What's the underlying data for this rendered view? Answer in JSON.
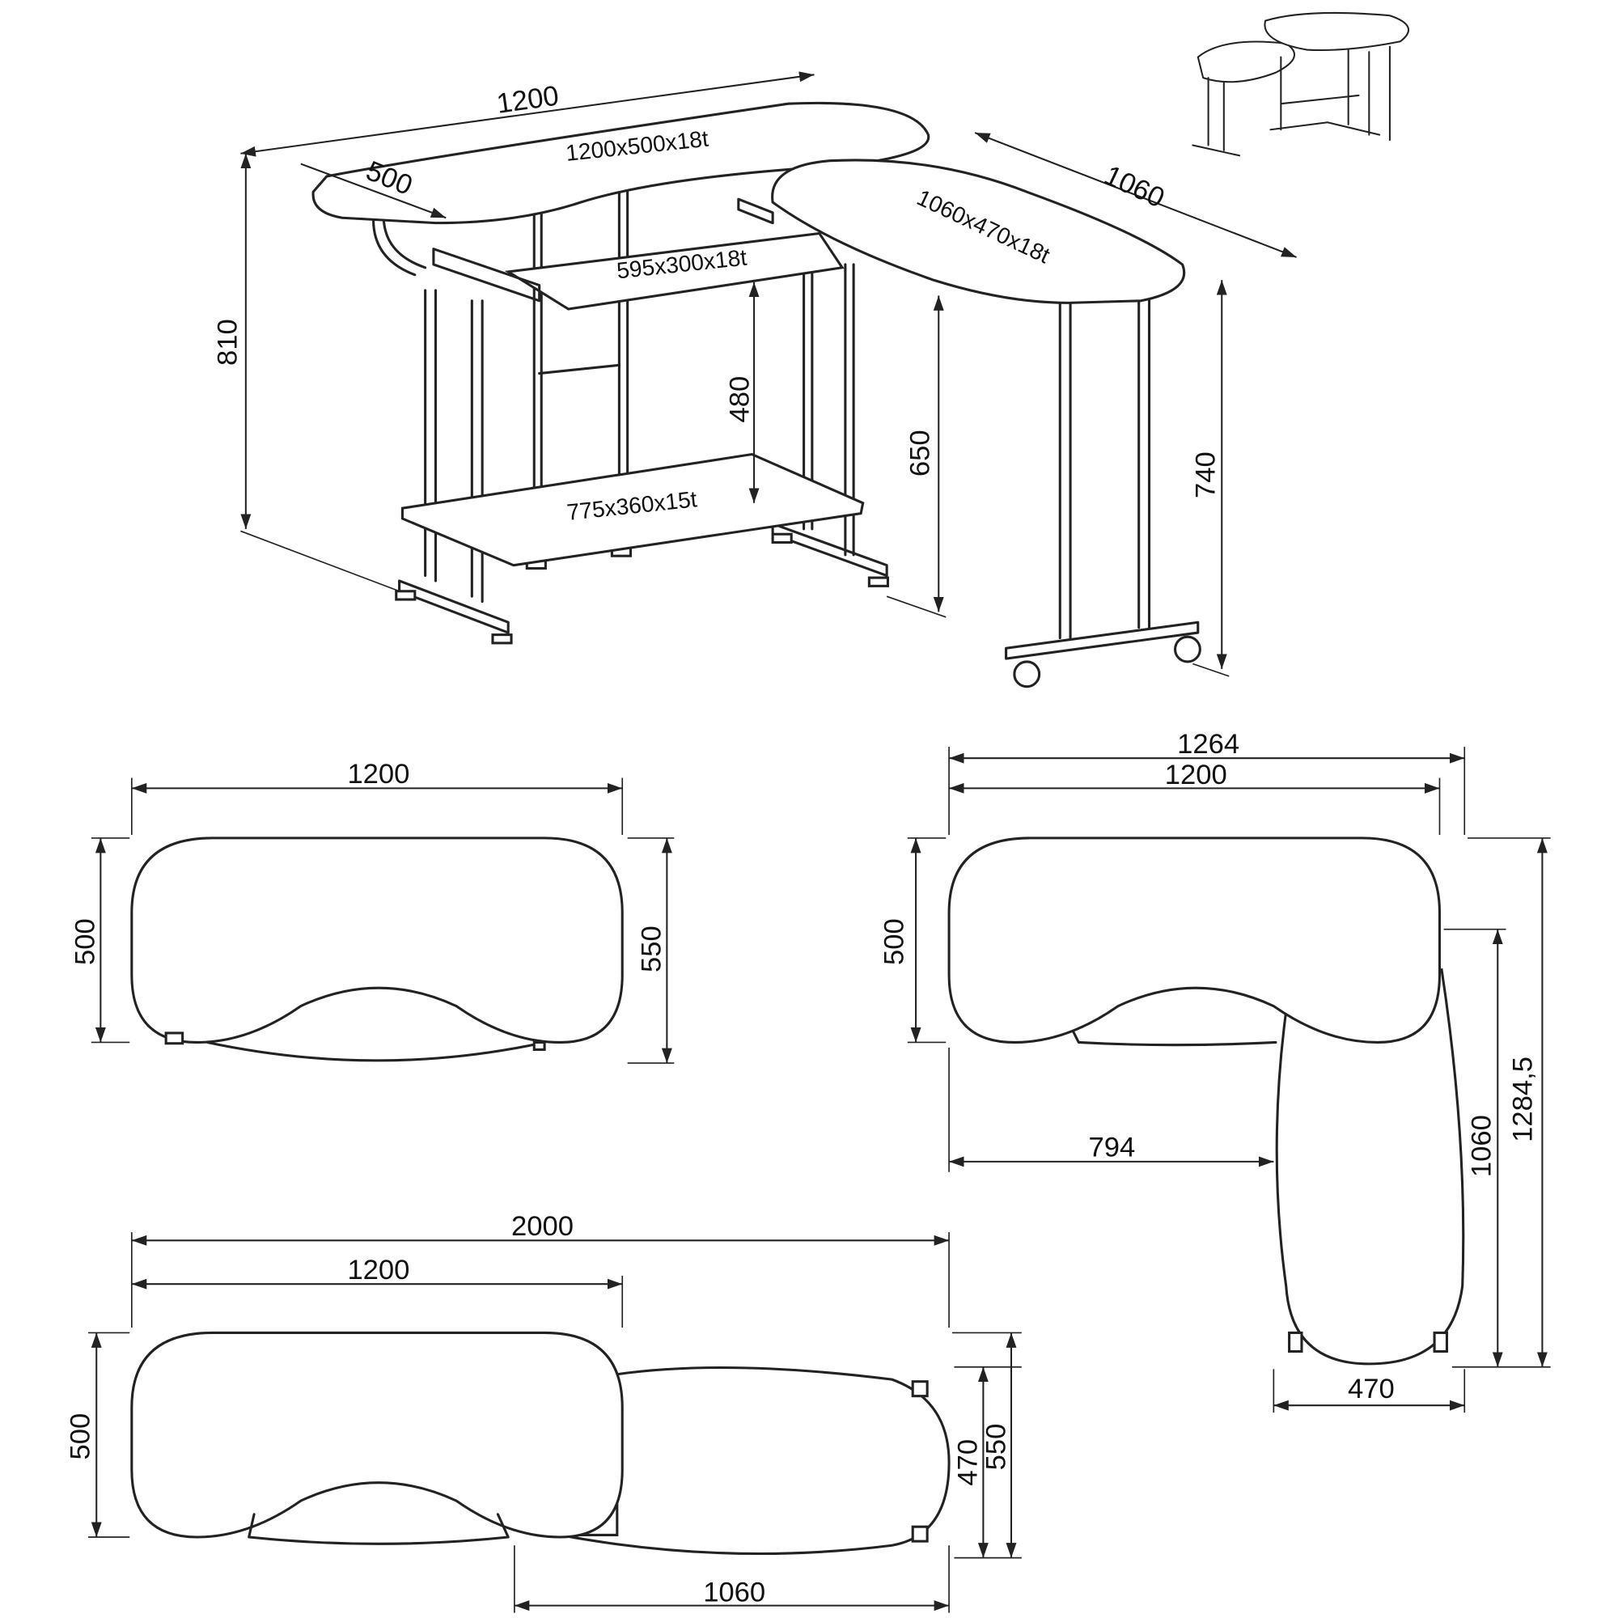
{
  "isometric_view": {
    "top_length": "1200",
    "top_depth": "500",
    "top_panel": "1200x500x18t",
    "side_length": "1060",
    "side_panel": "1060x470x18t",
    "keyboard_shelf": "595x300x18t",
    "shelf_clearance": "480",
    "lower_shelf": "775x360x15t",
    "total_height": "810",
    "keyboard_height": "650",
    "side_height": "740"
  },
  "plan_single": {
    "width": "1200",
    "depth": "500",
    "depth_with_shelf": "550"
  },
  "plan_corner": {
    "overall_width": "1264",
    "top_width": "1200",
    "top_depth": "500",
    "offset": "794",
    "side_length": "1060",
    "overall_depth": "1284,5",
    "side_width": "470"
  },
  "plan_linear": {
    "overall_width": "2000",
    "top_width": "1200",
    "top_depth": "500",
    "side_width": "470",
    "depth_with_shelf": "550",
    "side_length": "1060"
  }
}
